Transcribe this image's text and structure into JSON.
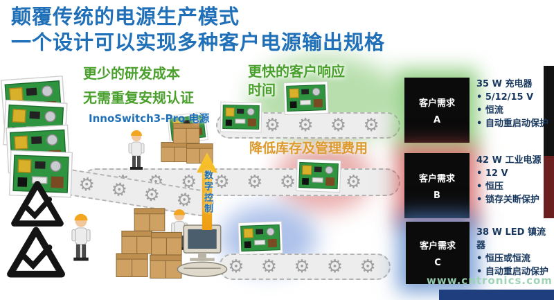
{
  "title": {
    "line1": "颠覆传统的电源生产模式",
    "line2": "一个设计可以实现多种客户电源输出规格"
  },
  "callouts": {
    "less_rd_cost": "更少的研发成本",
    "no_repeat_cert": "无需重复安规认证",
    "product_label": "InnoSwitch3-Pro 电源",
    "faster_response_line1": "更快的客户响应",
    "faster_response_line2": "时间",
    "lower_inventory": "降低库存及管理费用",
    "digital_control": "数字控制"
  },
  "customers": [
    {
      "box_line1": "客户需求",
      "box_line2": "A",
      "glow_color": "#6ebe5a",
      "headline": "35 W 充电器",
      "bullets": [
        "5/12/15 V",
        "恒流",
        "自动重启动保护"
      ]
    },
    {
      "box_line1": "客户需求",
      "box_line2": "B",
      "glow_color": "#cd4b4b",
      "headline": "42 W 工业电源",
      "bullets": [
        "12 V",
        "恒压",
        "锁存关断保护"
      ]
    },
    {
      "box_line1": "客户需求",
      "box_line2": "C",
      "glow_color": "#5082c8",
      "headline": "38 W LED 镇流器",
      "bullets": [
        "恒压或恒流",
        "自动重启动保护"
      ]
    }
  ],
  "belts": {
    "top": "⚙ ⚙ ⚙ ⚙ ⚙",
    "middle": "⚙ ⚙ ⚙ ⚙ ⚙ ⚙ ⚙ ⚙",
    "bottom": "⚙ ⚙ ⚙ ⚙ ⚙",
    "diagonal": "⚙ ⚙ ⚙ ⚙ ⚙"
  },
  "watermark": "www.cntronics.com",
  "colors": {
    "title_blue": "#1f70b8",
    "callout_green": "#4aa02c",
    "callout_orange": "#dd9a2e",
    "spec_navy": "#17375e",
    "glow_green": "#6ebe5a",
    "glow_red": "#cd4b4b",
    "glow_blue": "#5082c8",
    "watermark_green": "#9cd2b4",
    "edge_bar_black": "#121212",
    "edge_bar_red": "#6b1f1f",
    "bottom_bar_blue": "#1e3e7d"
  }
}
